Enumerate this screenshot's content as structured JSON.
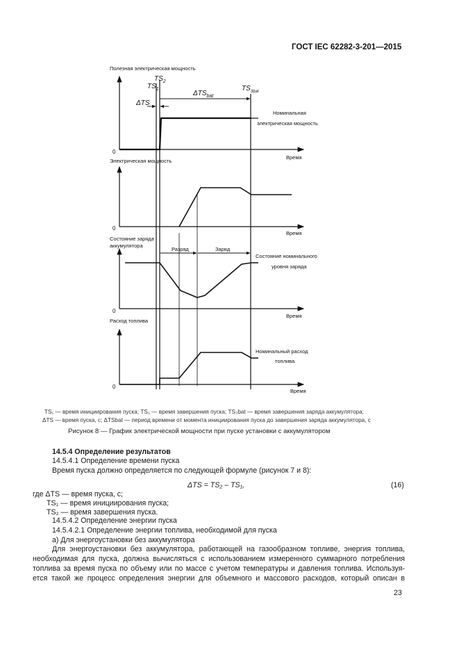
{
  "header": {
    "standard": "ГОСТ IEC 62282-3-201—2015"
  },
  "figure": {
    "p1_ylabel": "Полезная электрическая мощность",
    "p2_ylabel": "Электрическая мощность",
    "p3_ylabel_1": "Состояние заряда",
    "p3_ylabel_2": "аккумулятора",
    "p4_ylabel": "Расход топлива",
    "x_label": "Время",
    "zero": "0",
    "ts1": "TS",
    "ts1_sub": "1",
    "ts2": "TS",
    "ts2_sub": "2",
    "ts3": "TS",
    "ts3_sub": "3bat",
    "dts": "ΔTS",
    "dts_bat": "ΔTS",
    "dts_bat_sub": "bat",
    "nominal_power_1": "Номинальная",
    "nominal_power_2": "электрическая мощность",
    "discharge": "Разряд",
    "charge": "Заряд",
    "nominal_soc_1": "Состояние номинального",
    "nominal_soc_2": "уровня заряда",
    "nominal_flow_1": "Номинальный расход",
    "nominal_flow_2": "топлива"
  },
  "legend": {
    "line1": "TS₁ — время инициирования пуска; TS₂ — время завершения пуска; TS₃bat — время завершения заряда аккумулятора;",
    "line2": "ΔTS — время пуска, с; ΔTSbat — период времени от момента инициирования пуска до завершения заряда аккумулятора, с"
  },
  "figure_caption": "Рисунок 8 — График электрической мощности при пуске установки с аккумулятором",
  "section": {
    "heading": "14.5.4 Определение результатов",
    "s1": "14.5.4.1 Определение времени пуска",
    "intro": "Время пуска должно определяется по следующей формуле (рисунок 7 и 8):",
    "formula": "ΔTS = TS₂ – TS₁,",
    "eq_no": "(16)",
    "where": "где ΔTS — время пуска, с;",
    "def1": "TS₁ — время инициирования пуска;",
    "def2": "TS₂ — время завершения пуска.",
    "s2": "14.5.4.2 Определение энергии пуска",
    "s21": "14.5.4.2.1 Определение энергии топлива, необходимой для пуска",
    "sa": "а) Для энергоустановки без аккумулятора",
    "p1": "Для энергоустановки без аккумулятора, работающей на газообразном топливе, энергия топлива,",
    "p2": "необходимая для пуска, должна вычисляться с использованием измеренного суммарного потребления",
    "p3": "топлива за время пуска по объему или по массе с учетом температуры и давления топлива. Используя-",
    "p4": "ется такой же процесс определения энергии для объемного и массового расходов, который описан в"
  },
  "page_number": "23"
}
